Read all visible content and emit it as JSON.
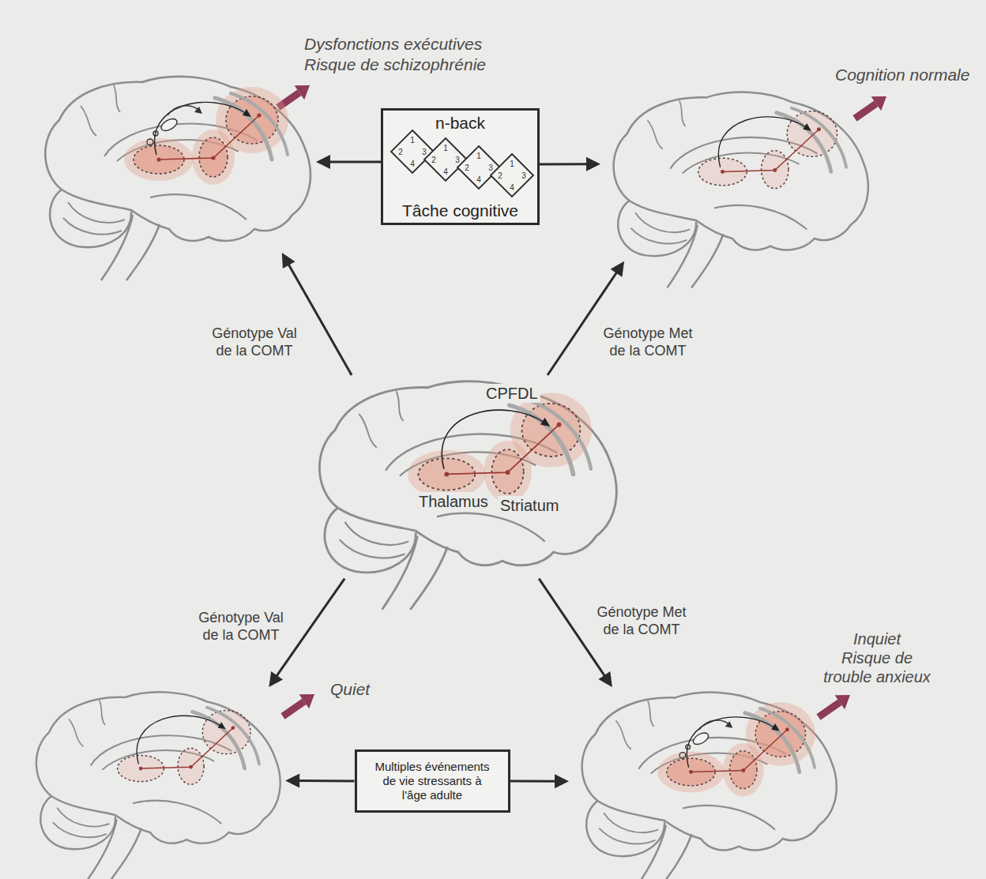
{
  "diagram": {
    "nodes": [
      {
        "text": [
          "Dysfonctions exécutives",
          "Risque de schizophrénie"
        ]
      },
      {
        "text": [
          "n-back",
          "Tâche cognitive"
        ]
      },
      {
        "text": [
          "Cognition normale"
        ]
      },
      {
        "text": [
          "CPFDL",
          "Thalamus",
          "Striatum"
        ]
      },
      {
        "text": [
          "Quiet"
        ]
      },
      {
        "text": [
          "Multiples événements de vie stressants à l'âge adulte"
        ]
      },
      {
        "text": [
          "Inquiet",
          "Risque de trouble anxieux"
        ]
      }
    ],
    "edges": [
      {
        "from": 1,
        "to": 0,
        "arrow": "to"
      },
      {
        "from": 1,
        "to": 2,
        "arrow": "to"
      },
      {
        "from": 3,
        "to": 0,
        "label": "Génotype Val de la COMT",
        "arrow": "to"
      },
      {
        "from": 3,
        "to": 2,
        "label": "Génotype Met de la COMT",
        "arrow": "to"
      },
      {
        "from": 3,
        "to": 4,
        "label": "Génotype Val de la COMT",
        "arrow": "to"
      },
      {
        "from": 3,
        "to": 6,
        "label": "Génotype Met de la COMT",
        "arrow": "to"
      },
      {
        "from": 5,
        "to": 4,
        "arrow": "to"
      },
      {
        "from": 5,
        "to": 6,
        "arrow": "to"
      }
    ],
    "labels": [
      "1",
      "2",
      "3",
      "4",
      "1",
      "2",
      "3",
      "4",
      "1",
      "2",
      "3",
      "4",
      "1",
      "2",
      "3",
      "4"
    ]
  }
}
